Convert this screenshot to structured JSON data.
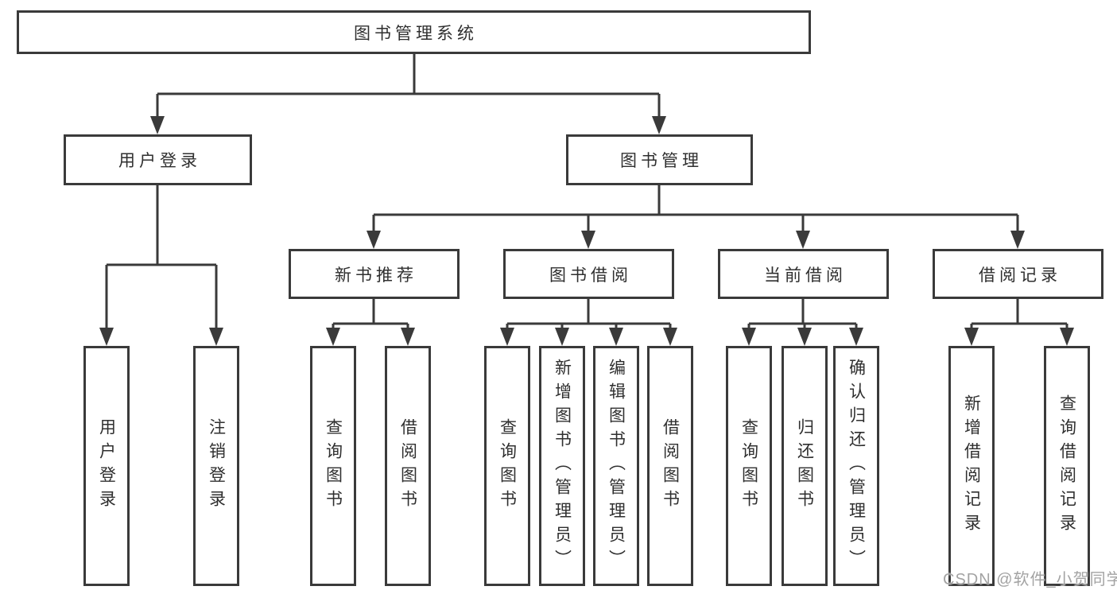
{
  "diagram": {
    "root": "图书管理系统",
    "level2": [
      "用户登录",
      "图书管理"
    ],
    "level3": [
      "新书推荐",
      "图书借阅",
      "当前借阅",
      "借阅记录"
    ],
    "leaves_user": [
      "用户登录",
      "注销登录"
    ],
    "leaves_newbooks": [
      "查询图书",
      "借阅图书"
    ],
    "leaves_borrow": [
      "查询图书",
      "新增图书（管理员）",
      "编辑图书（管理员）",
      "借阅图书"
    ],
    "leaves_current": [
      "查询图书",
      "归还图书",
      "确认归还（管理员）"
    ],
    "leaves_records": [
      "新增借阅记录",
      "查询借阅记录"
    ]
  },
  "watermark": "CSDN @软件_小贺同学",
  "colors": {
    "line": "#3a3a3a",
    "box_border": "#3a3a3a",
    "text": "#2f2f2f",
    "watermark": "#a3a3a3",
    "background": "#ffffff"
  }
}
